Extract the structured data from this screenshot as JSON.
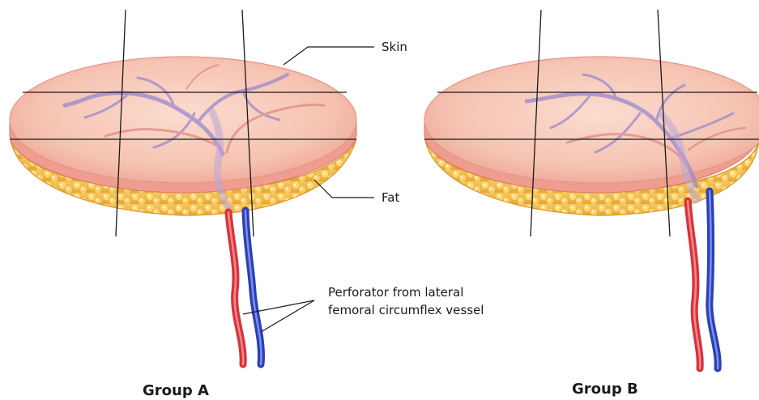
{
  "labels": {
    "skin": "Skin",
    "fat": "Fat",
    "perforator_line1": "Perforator from lateral",
    "perforator_line2": "femoral circumflex vessel"
  },
  "groups": [
    {
      "title": "Group A"
    },
    {
      "title": "Group B"
    }
  ],
  "colors": {
    "skin_top": "#f7c7b8",
    "skin_edge": "#e88a7c",
    "fat": "#f3b84a",
    "fat_light": "#ffe9a8",
    "artery": "#d8323a",
    "vein": "#2b3fb8",
    "vessel_tint": "#9a88cc"
  }
}
